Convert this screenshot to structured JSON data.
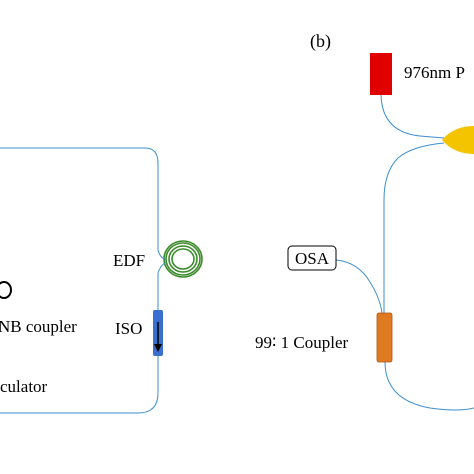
{
  "panel_b": {
    "panel_label": "(b)",
    "pump_label": "976nm P",
    "osa_label": "OSA",
    "coupler_label": "99∶ 1 Coupler"
  },
  "panel_a": {
    "edf_label": "EDF",
    "iso_label": "ISO",
    "coupler_label": "NB coupler",
    "circulator_label": "culator"
  },
  "colors": {
    "fiber": "#3d8fcf",
    "pump_laser": "#e00000",
    "wdm": "#f5c400",
    "edf_coil": "#3a8a2a",
    "isolator": "#3a6fcf",
    "output_coupler": "#e07a20"
  }
}
